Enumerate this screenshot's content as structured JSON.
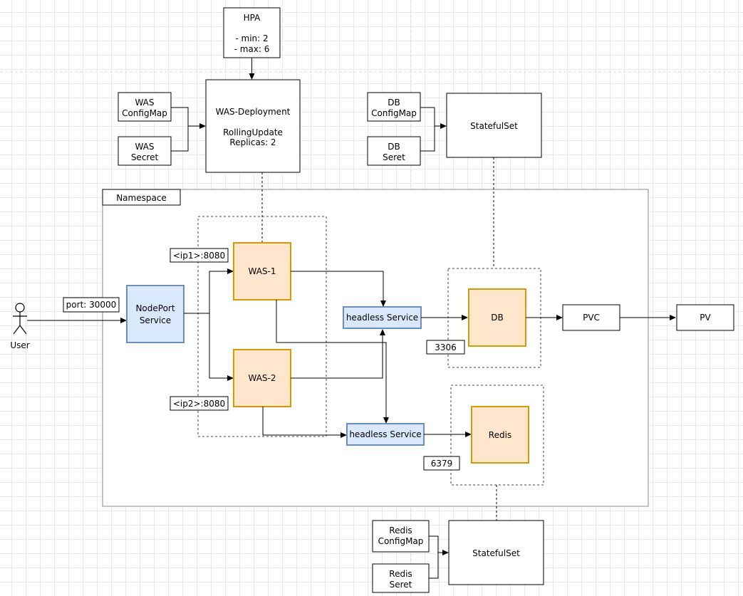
{
  "hpa": {
    "title": "HPA",
    "min": "- min: 2",
    "max": "- max: 6"
  },
  "was_configmap": {
    "line1": "WAS",
    "line2": "ConfigMap"
  },
  "was_secret": {
    "line1": "WAS",
    "line2": "Secret"
  },
  "was_deployment": {
    "name": "WAS-Deployment",
    "strategy": "RollingUpdate",
    "replicas": "Replicas: 2"
  },
  "db_configmap": {
    "line1": "DB",
    "line2": "ConfigMap"
  },
  "db_secret": {
    "line1": "DB",
    "line2": "Seret"
  },
  "db_statefulset": {
    "label": "StatefulSet"
  },
  "namespace": {
    "label": "Namespace"
  },
  "user": {
    "label": "User"
  },
  "nodeport_port": {
    "label": "port: 30000"
  },
  "nodeport_service": {
    "line1": "NodePort",
    "line2": "Service"
  },
  "was1": {
    "label": "WAS-1",
    "ip": "<ip1>:8080"
  },
  "was2": {
    "label": "WAS-2",
    "ip": "<ip2>:8080"
  },
  "db_headless": {
    "label": "headless Service"
  },
  "redis_headless": {
    "label": "headless Service"
  },
  "db": {
    "label": "DB",
    "port": "3306"
  },
  "redis": {
    "label": "Redis",
    "port": "6379"
  },
  "pvc": {
    "label": "PVC"
  },
  "pv": {
    "label": "PV"
  },
  "redis_configmap": {
    "line1": "Redis",
    "line2": "ConfigMap"
  },
  "redis_secret": {
    "line1": "Redis",
    "line2": "Seret"
  },
  "redis_statefulset": {
    "label": "StatefulSet"
  },
  "colors": {
    "service_fill": "#dae8fc",
    "service_stroke": "#6c8ebf",
    "pod_fill": "#ffe6cc",
    "pod_stroke": "#d79b00"
  }
}
